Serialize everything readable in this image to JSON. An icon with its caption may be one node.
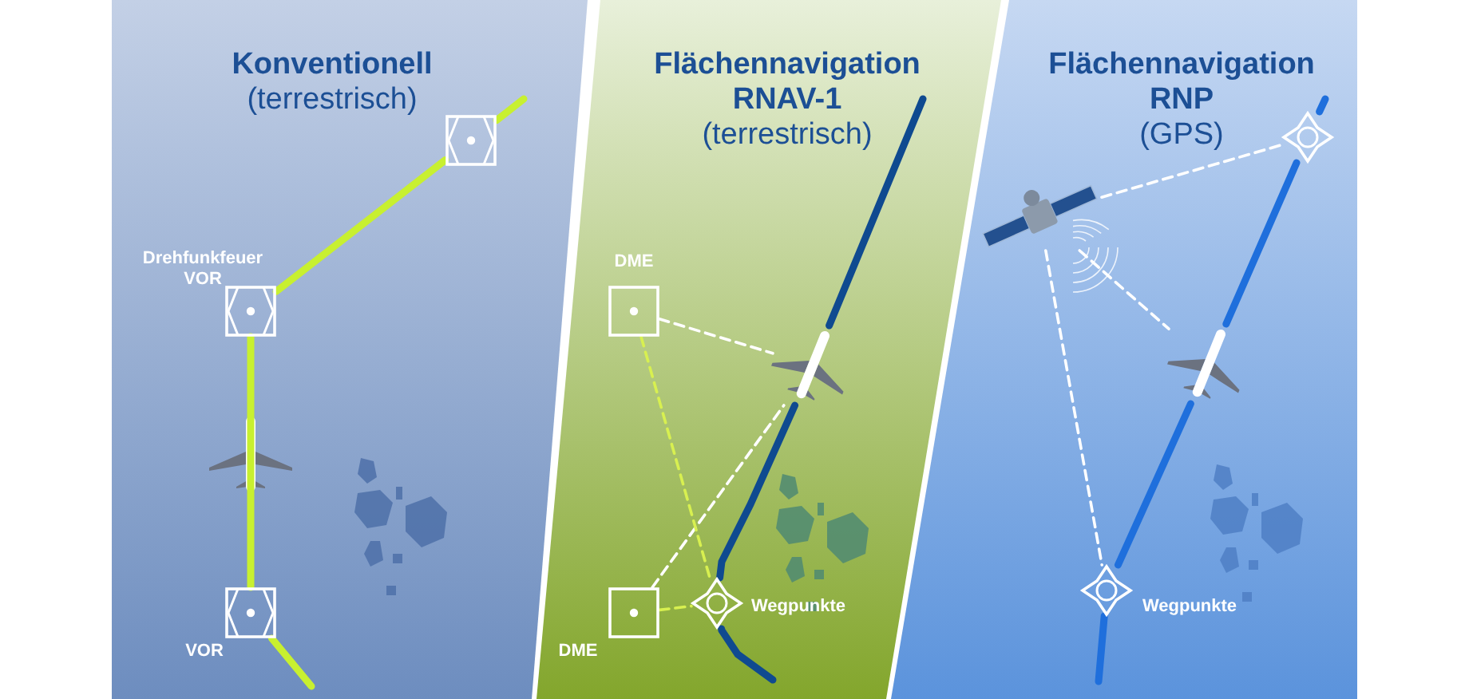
{
  "diagram": {
    "nodes": [
      {
        "text": [
          "Konventionell",
          "(terrestrisch)"
        ]
      },
      {
        "text": [],
        "shape": "box",
        "in": 0
      },
      {
        "text": [],
        "shape": "box",
        "in": 0,
        "beside": [
          "Drehfunkfeuer VOR"
        ]
      },
      {
        "text": [],
        "shape": "box",
        "in": 0,
        "beside": [
          "VOR"
        ]
      },
      {
        "text": [
          "Flächennavigation RNAV-1",
          "(terrestrisch)"
        ]
      },
      {
        "text": [],
        "shape": "box",
        "in": 4,
        "beside": [
          "DME"
        ]
      },
      {
        "text": [],
        "shape": "box",
        "in": 4,
        "beside": [
          "DME"
        ]
      },
      {
        "text": [],
        "shape": "picture",
        "in": 4
      },
      {
        "text": [],
        "shape": "diamond",
        "in": 4,
        "beside": [
          "Wegpunkte"
        ]
      },
      {
        "text": [
          "Flächennavigation RNP",
          "(GPS)"
        ]
      },
      {
        "text": [],
        "shape": "picture",
        "in": 9
      },
      {
        "text": [],
        "shape": "diamond",
        "in": 9
      },
      {
        "text": [],
        "shape": "picture",
        "in": 9
      },
      {
        "text": [],
        "shape": "diamond",
        "in": 9,
        "beside": [
          "Wegpunkte"
        ]
      }
    ],
    "edges": [
      {
        "from": null,
        "to": 1,
        "arrow": "none",
        "color": "#c8f030"
      },
      {
        "from": 1,
        "to": 2,
        "arrow": "none",
        "color": "#c8f030"
      },
      {
        "from": 2,
        "to": 3,
        "arrow": "none",
        "color": "#c8f030"
      },
      {
        "from": 3,
        "to": null,
        "arrow": "none",
        "color": "#c8f030"
      },
      {
        "from": 5,
        "to": 7,
        "arrow": "none",
        "style": "dashed"
      },
      {
        "from": 6,
        "to": 7,
        "arrow": "none",
        "style": "dashed"
      },
      {
        "from": 5,
        "to": 8,
        "arrow": "none",
        "style": "dashed",
        "color": "#d8f050"
      },
      {
        "from": 6,
        "to": 8,
        "arrow": "none",
        "style": "dashed",
        "color": "#d8f050"
      },
      {
        "from": null,
        "to": 7,
        "arrow": "none",
        "color": "#0f4a90"
      },
      {
        "from": 7,
        "to": 8,
        "arrow": "none",
        "color": "#0f4a90"
      },
      {
        "from": 8,
        "to": null,
        "arrow": "none",
        "color": "#0f4a90"
      },
      {
        "from": 10,
        "to": 11,
        "arrow": "none",
        "style": "dashed"
      },
      {
        "from": 10,
        "to": 12,
        "arrow": "none",
        "style": "dashed"
      },
      {
        "from": 10,
        "to": 13,
        "arrow": "none",
        "style": "dashed"
      },
      {
        "from": null,
        "to": 11,
        "arrow": "none",
        "color": "#1f6fdc"
      },
      {
        "from": 11,
        "to": 12,
        "arrow": "none",
        "color": "#1f6fdc"
      },
      {
        "from": 12,
        "to": 13,
        "arrow": "none",
        "color": "#1f6fdc"
      },
      {
        "from": 13,
        "to": null,
        "arrow": "none",
        "color": "#1f6fdc"
      }
    ]
  }
}
